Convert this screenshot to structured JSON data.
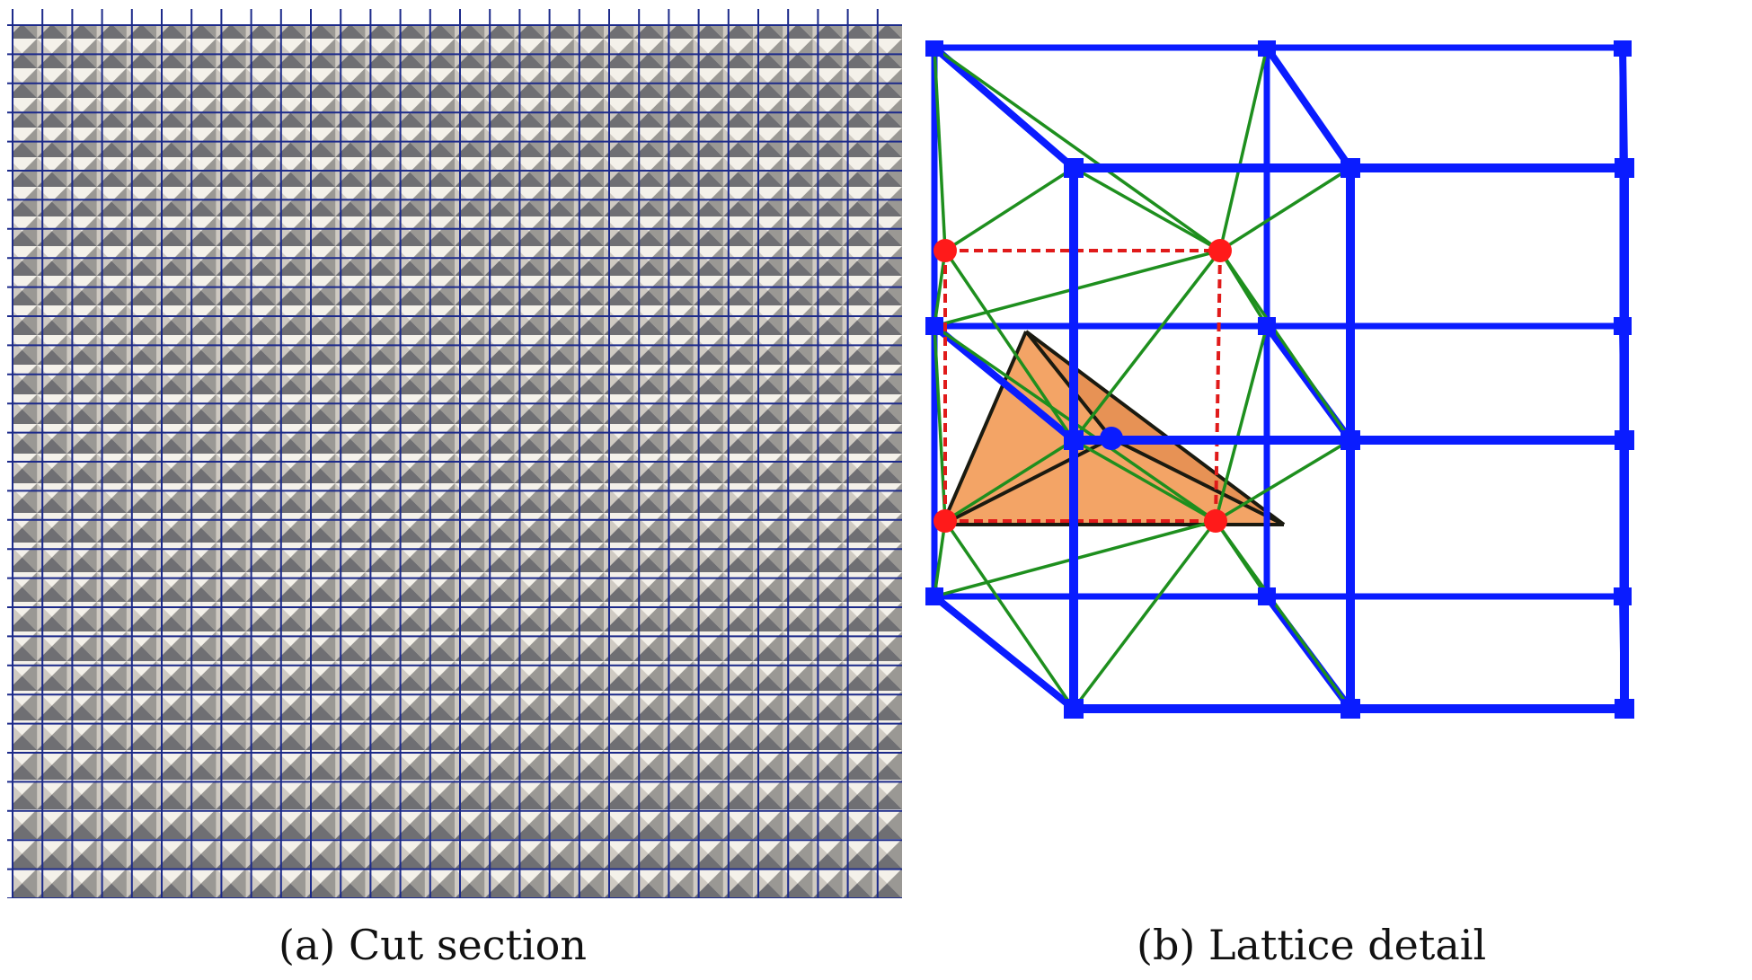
{
  "panels": [
    {
      "caption": "(a) Cut section"
    },
    {
      "caption": "(b) Lattice detail"
    }
  ],
  "colors": {
    "surface_light": "#f2efe6",
    "surface_shadow": "#8c8c8c",
    "grid_line": "#1c2a8a",
    "lattice_edge": "#0a1cff",
    "diagonal": "#1e8f1e",
    "highlight_node": "#ff1a1a",
    "dashed": "#e01a1a",
    "tetra_fill": "#f29a55"
  },
  "icons": {
    "lattice_node_blue": "circle",
    "lattice_node_red": "circle"
  }
}
